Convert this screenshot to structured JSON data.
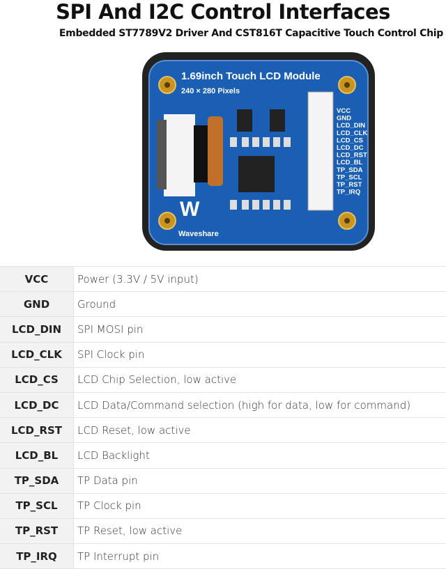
{
  "header": {
    "title": "SPI And I2C Control Interfaces",
    "subtitle": "Embedded ST7789V2 Driver And CST816T Capacitive Touch Control Chip"
  },
  "board": {
    "title": "1.69inch Touch LCD Module",
    "resolution": "240 × 280 Pixels",
    "brand": "Waveshare",
    "pcb_color": "#1a5fb4",
    "pin_labels": [
      "VCC",
      "GND",
      "LCD_DIN",
      "LCD_CLK",
      "LCD_CS",
      "LCD_DC",
      "LCD_RST",
      "LCD_BL",
      "TP_SDA",
      "TP_SCL",
      "TP_RST",
      "TP_IRQ"
    ]
  },
  "pins": [
    {
      "pin": "VCC",
      "desc": "Power (3.3V / 5V input)"
    },
    {
      "pin": "GND",
      "desc": "Ground"
    },
    {
      "pin": "LCD_DIN",
      "desc": "SPI MOSI pin"
    },
    {
      "pin": "LCD_CLK",
      "desc": "SPI Clock pin"
    },
    {
      "pin": "LCD_CS",
      "desc": "LCD Chip Selection, low active"
    },
    {
      "pin": "LCD_DC",
      "desc": "LCD Data/Command selection (high for data, low for command)"
    },
    {
      "pin": "LCD_RST",
      "desc": "LCD Reset, low active"
    },
    {
      "pin": "LCD_BL",
      "desc": "LCD Backlight"
    },
    {
      "pin": "TP_SDA",
      "desc": "TP Data pin"
    },
    {
      "pin": "TP_SCL",
      "desc": "TP Clock pin"
    },
    {
      "pin": "TP_RST",
      "desc": "TP Reset, low active"
    },
    {
      "pin": "TP_IRQ",
      "desc": "TP Interrupt pin"
    }
  ]
}
